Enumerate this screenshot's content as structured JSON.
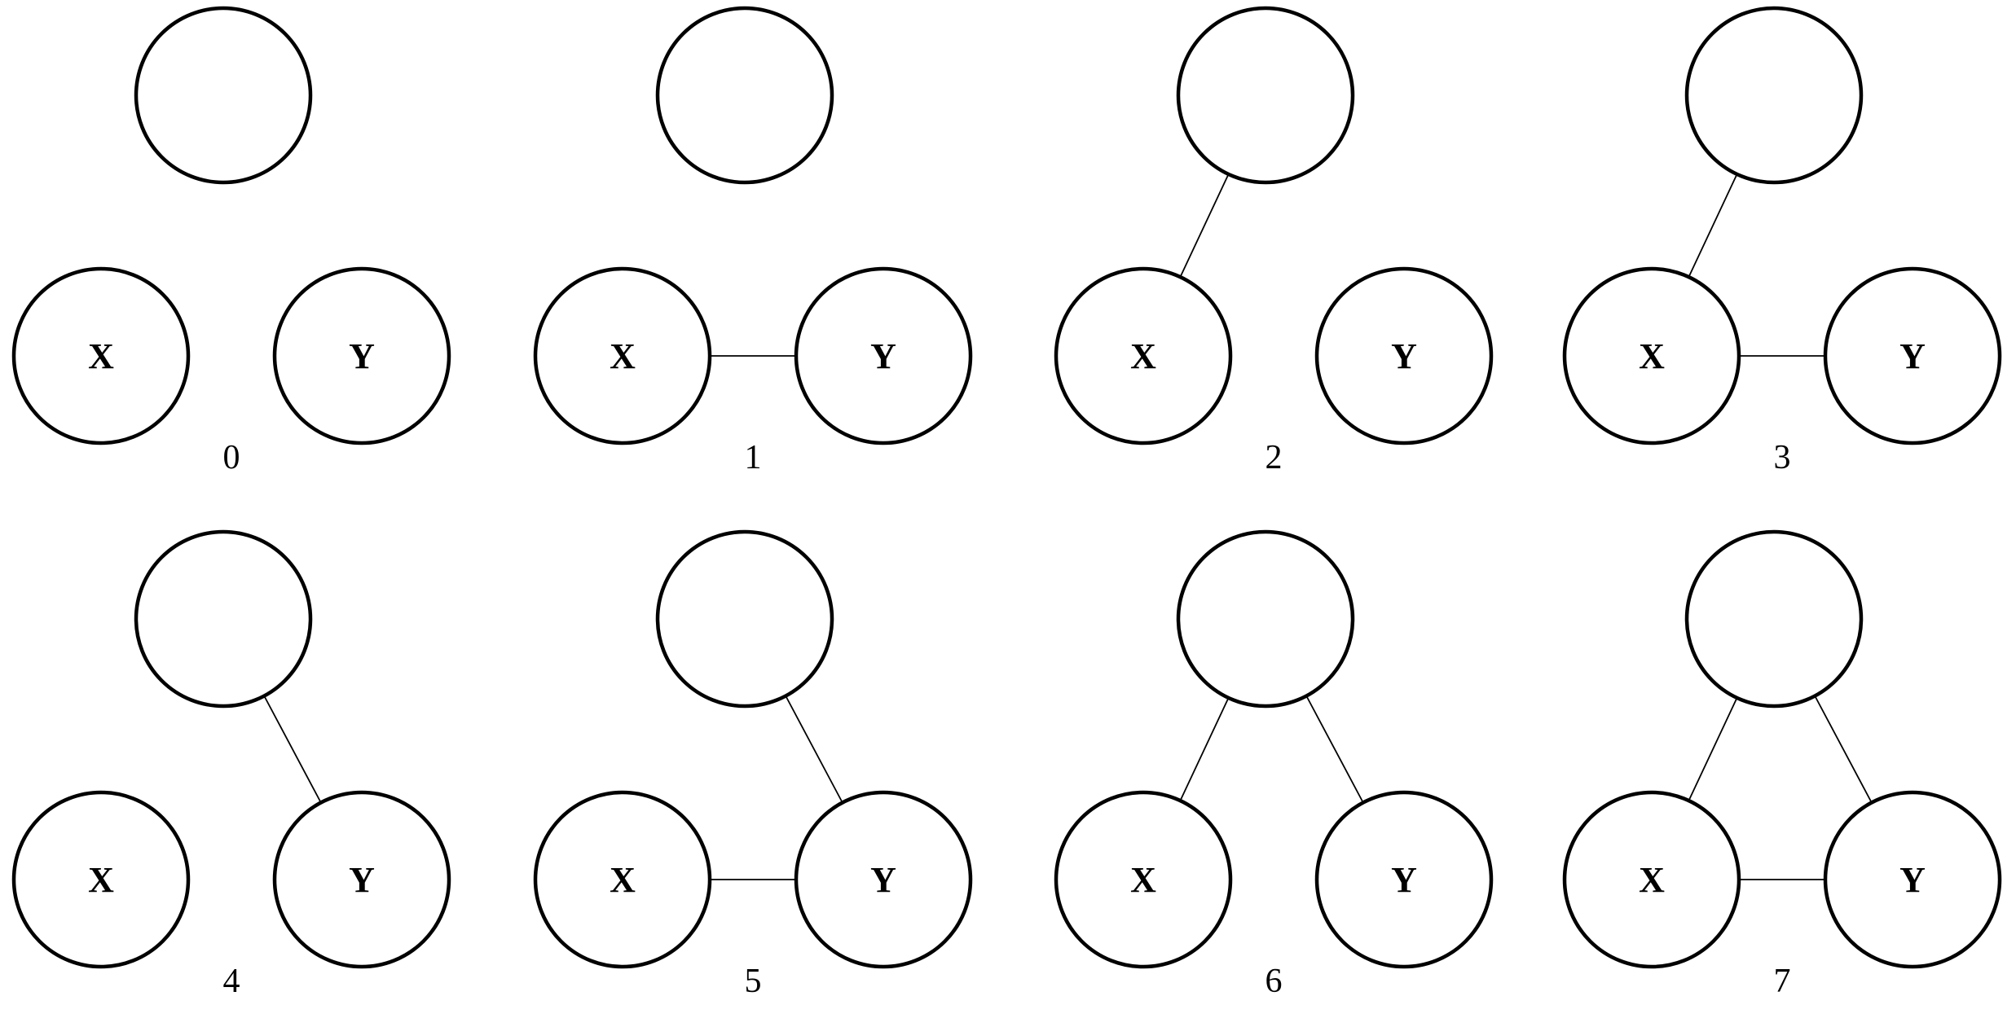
{
  "panels": [
    {
      "label": "0",
      "nodes": {
        "top": "",
        "left": "X",
        "right": "Y"
      },
      "edges": {
        "left_right": false,
        "top_left": false,
        "top_right": false
      }
    },
    {
      "label": "1",
      "nodes": {
        "top": "",
        "left": "X",
        "right": "Y"
      },
      "edges": {
        "left_right": true,
        "top_left": false,
        "top_right": false
      }
    },
    {
      "label": "2",
      "nodes": {
        "top": "",
        "left": "X",
        "right": "Y"
      },
      "edges": {
        "left_right": false,
        "top_left": true,
        "top_right": false
      }
    },
    {
      "label": "3",
      "nodes": {
        "top": "",
        "left": "X",
        "right": "Y"
      },
      "edges": {
        "left_right": true,
        "top_left": true,
        "top_right": false
      }
    },
    {
      "label": "4",
      "nodes": {
        "top": "",
        "left": "X",
        "right": "Y"
      },
      "edges": {
        "left_right": false,
        "top_left": false,
        "top_right": true
      }
    },
    {
      "label": "5",
      "nodes": {
        "top": "",
        "left": "X",
        "right": "Y"
      },
      "edges": {
        "left_right": true,
        "top_left": false,
        "top_right": true
      }
    },
    {
      "label": "6",
      "nodes": {
        "top": "",
        "left": "X",
        "right": "Y"
      },
      "edges": {
        "left_right": false,
        "top_left": true,
        "top_right": true
      }
    },
    {
      "label": "7",
      "nodes": {
        "top": "",
        "left": "X",
        "right": "Y"
      },
      "edges": {
        "left_right": true,
        "top_left": true,
        "top_right": true
      }
    }
  ]
}
